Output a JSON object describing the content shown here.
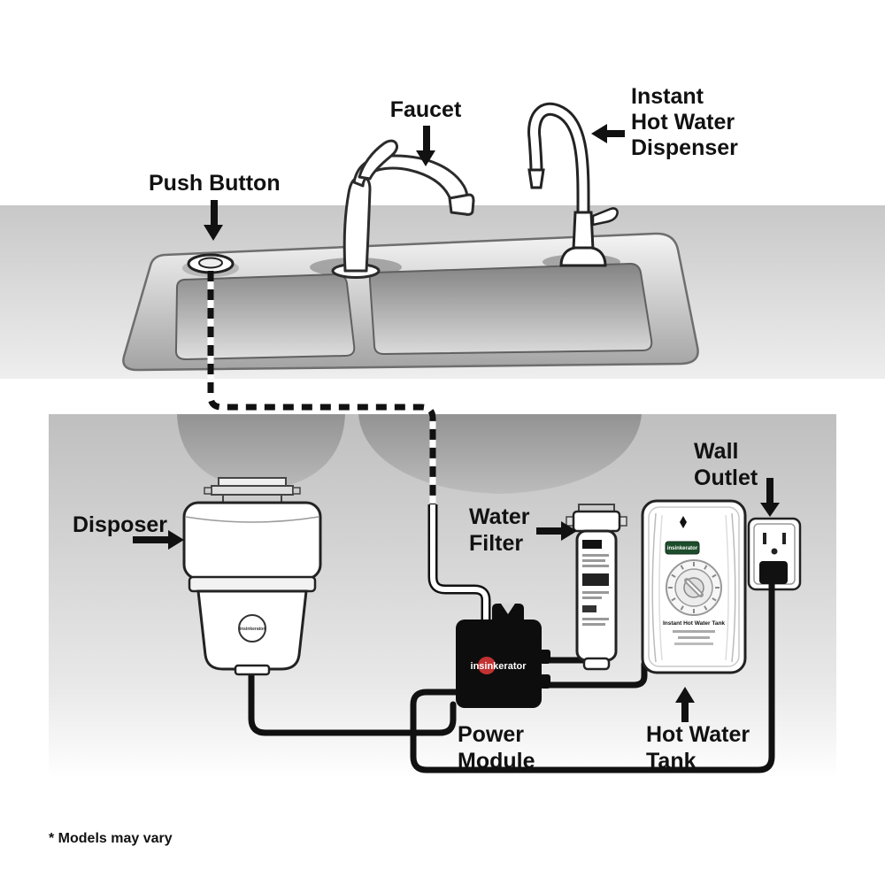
{
  "labels": {
    "faucet": "Faucet",
    "dispenser": [
      "Instant",
      "Hot Water",
      "Dispenser"
    ],
    "push_button": "Push Button",
    "disposer": "Disposer",
    "water_filter": [
      "Water",
      "Filter"
    ],
    "wall_outlet": [
      "Wall",
      "Outlet"
    ],
    "power_module": [
      "Power",
      "Module"
    ],
    "hot_water_tank": [
      "Hot Water",
      "Tank"
    ],
    "footnote": "* Models may vary"
  },
  "branding": {
    "logo": "insinkerator",
    "tank_title": "Instant Hot Water Tank"
  },
  "colors": {
    "line": "#111111",
    "label_text": "#111111",
    "countertop": "#cdcdcd",
    "under_sink": "#bfbfbf",
    "module_black": "#0d0d0d",
    "logo_red": "#c23232",
    "tank_badge_green": "#1d4d2b"
  }
}
